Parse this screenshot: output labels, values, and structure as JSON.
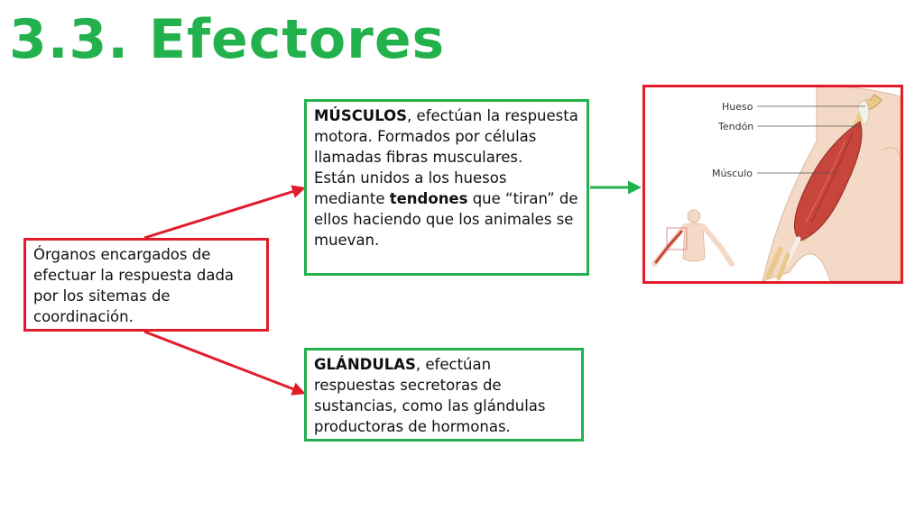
{
  "title": "3.3. Efectores",
  "source_box": {
    "text": "Órganos encargados de efectuar la respuesta dada por los sitemas de coordinación."
  },
  "musculos_box": {
    "heading": "MÚSCULOS",
    "line1_rest": ", efectúan la respuesta motora. Formados por células llamadas fibras musculares.",
    "line2_start": "Están unidos a los huesos mediante ",
    "line2_bold": "tendones",
    "line2_end": " que “tiran” de ellos haciendo que los animales se muevan."
  },
  "glandulas_box": {
    "heading": "GLÁNDULAS",
    "rest": ", efectúan respuestas secretoras de sustancias, como las glándulas productoras de hormonas."
  },
  "figure": {
    "labels": {
      "hueso": "Hueso",
      "tendon": "Tendón",
      "musculo": "Músculo"
    }
  },
  "colors": {
    "title": "#22b14c",
    "red": "#e21c2b",
    "green": "#22b14c",
    "muscle": "#c8453c",
    "bone": "#e8c98a",
    "skin": "#f3d9c6"
  }
}
